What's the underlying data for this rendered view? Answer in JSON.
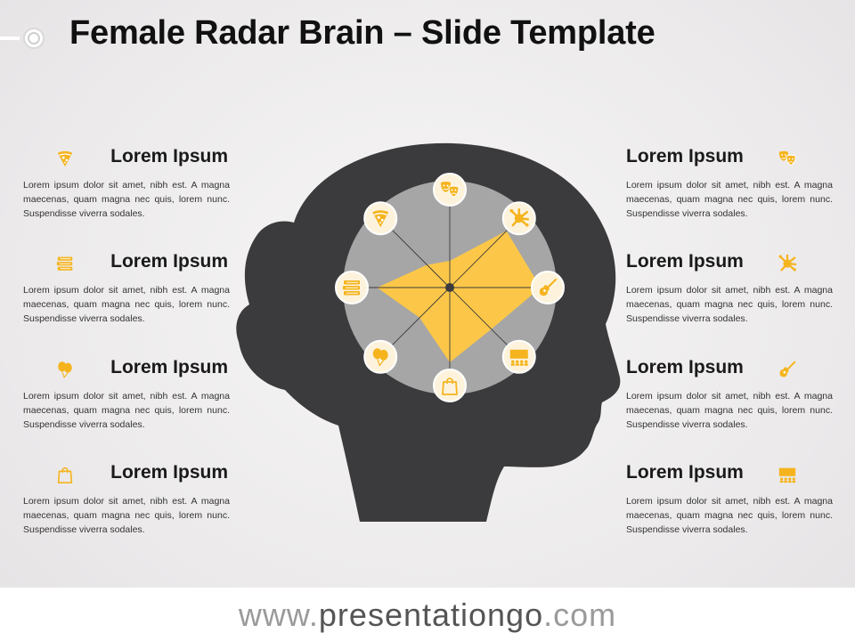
{
  "title": "Female Radar Brain – Slide Template",
  "footer": {
    "prefix": "www.",
    "domain": "presentationgo",
    "suffix": ".com"
  },
  "colors": {
    "accent": "#f5b41e",
    "radar_fill": "#fcc748",
    "head": "#3b3b3d",
    "disc": "#a6a6a6",
    "badge": "#fdf3dd"
  },
  "blocks": [
    {
      "id": "l1",
      "icon": "pizza-icon",
      "heading": "Lorem Ipsum",
      "text": "Lorem ipsum dolor sit amet, nibh est. A magna maecenas, quam magna nec quis, lorem nunc. Suspendisse viverra sodales."
    },
    {
      "id": "l2",
      "icon": "books-icon",
      "heading": "Lorem Ipsum",
      "text": "Lorem ipsum dolor sit amet, nibh est. A magna maecenas, quam magna nec quis, lorem nunc. Suspendisse viverra sodales."
    },
    {
      "id": "l3",
      "icon": "balloons-icon",
      "heading": "Lorem Ipsum",
      "text": "Lorem ipsum dolor sit amet, nibh est. A magna maecenas, quam magna nec quis, lorem nunc. Suspendisse viverra sodales."
    },
    {
      "id": "l4",
      "icon": "shopping-bag-icon",
      "heading": "Lorem Ipsum",
      "text": "Lorem ipsum dolor sit amet, nibh est. A magna maecenas, quam magna nec quis, lorem nunc. Suspendisse viverra sodales."
    },
    {
      "id": "r1",
      "icon": "theater-masks-icon",
      "heading": "Lorem Ipsum",
      "text": "Lorem ipsum dolor sit amet, nibh est. A magna maecenas, quam magna nec quis, lorem nunc. Suspendisse viverra sodales."
    },
    {
      "id": "r2",
      "icon": "paint-splash-icon",
      "heading": "Lorem Ipsum",
      "text": "Lorem ipsum dolor sit amet, nibh est. A magna maecenas, quam magna nec quis, lorem nunc. Suspendisse viverra sodales."
    },
    {
      "id": "r3",
      "icon": "guitar-icon",
      "heading": "Lorem Ipsum",
      "text": "Lorem ipsum dolor sit amet, nibh est. A magna maecenas, quam magna nec quis, lorem nunc. Suspendisse viverra sodales."
    },
    {
      "id": "r4",
      "icon": "cinema-audience-icon",
      "heading": "Lorem Ipsum",
      "text": "Lorem ipsum dolor sit amet, nibh est. A magna maecenas, quam magna nec quis, lorem nunc. Suspendisse viverra sodales."
    }
  ],
  "radar": {
    "axes": [
      {
        "icon": "theater-masks-icon",
        "value": 0.25
      },
      {
        "icon": "paint-splash-icon",
        "value": 0.75
      },
      {
        "icon": "guitar-icon",
        "value": 0.85
      },
      {
        "icon": "cinema-audience-icon",
        "value": 0.55
      },
      {
        "icon": "shopping-bag-icon",
        "value": 0.7
      },
      {
        "icon": "balloons-icon",
        "value": 0.4
      },
      {
        "icon": "books-icon",
        "value": 0.68
      },
      {
        "icon": "pizza-icon",
        "value": 0.3
      }
    ]
  }
}
